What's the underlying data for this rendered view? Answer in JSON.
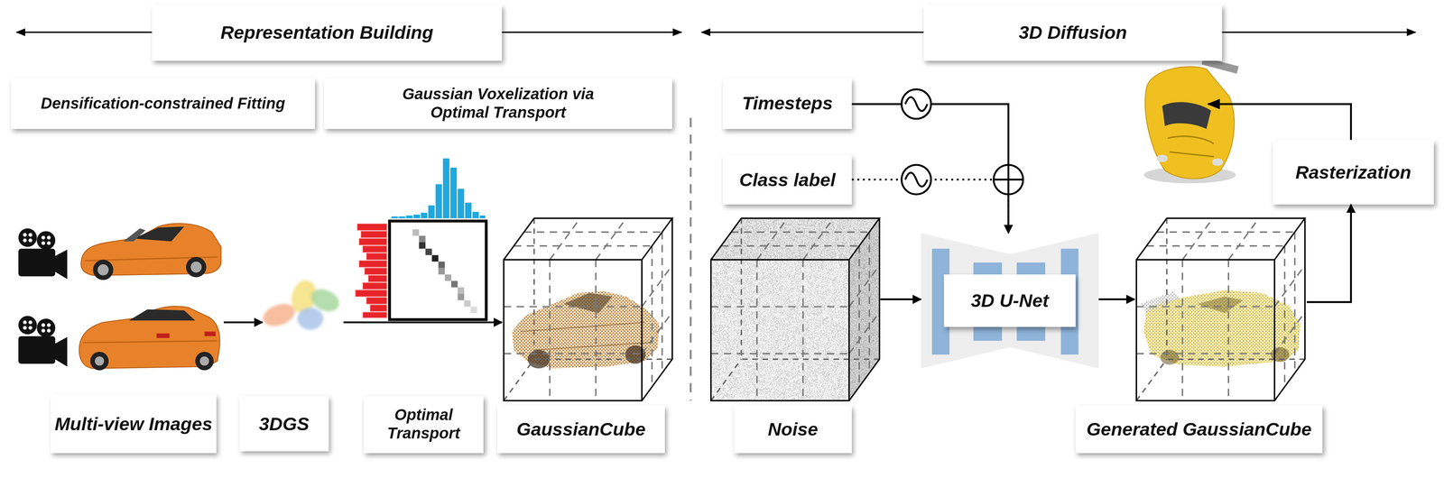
{
  "diagram": {
    "nodes": [
      {
        "text": [
          "Representation Building"
        ]
      },
      {
        "text": [
          "3D Diffusion"
        ]
      },
      {
        "text": [
          "Densification-constrained Fitting"
        ]
      },
      {
        "text": [
          "Gaussian Voxelization via Optimal Transport"
        ]
      },
      {
        "text": [
          "Multi-view Images"
        ]
      },
      {
        "text": [
          "3DGS"
        ]
      },
      {
        "text": [
          "Optimal Transport"
        ]
      },
      {
        "text": [
          "GaussianCube"
        ]
      },
      {
        "text": [
          "Timesteps"
        ]
      },
      {
        "text": [
          "Class label"
        ]
      },
      {
        "text": [
          "Noise"
        ]
      },
      {
        "text": [
          "3D U-Net"
        ]
      },
      {
        "text": [
          "Rasterization"
        ]
      },
      {
        "text": [
          "Generated GaussianCube"
        ]
      }
    ],
    "edges": [
      {
        "from": 4,
        "to": 5,
        "arrow": "to"
      },
      {
        "from": 5,
        "to": 7,
        "arrow": "to"
      },
      {
        "from": 8,
        "to": 11,
        "arrow": "to"
      },
      {
        "from": 9,
        "to": 11,
        "arrow": "to"
      },
      {
        "from": 10,
        "to": 11,
        "arrow": "to"
      },
      {
        "from": 11,
        "to": 13,
        "arrow": "to"
      },
      {
        "from": 13,
        "to": 12,
        "arrow": "to"
      }
    ]
  }
}
